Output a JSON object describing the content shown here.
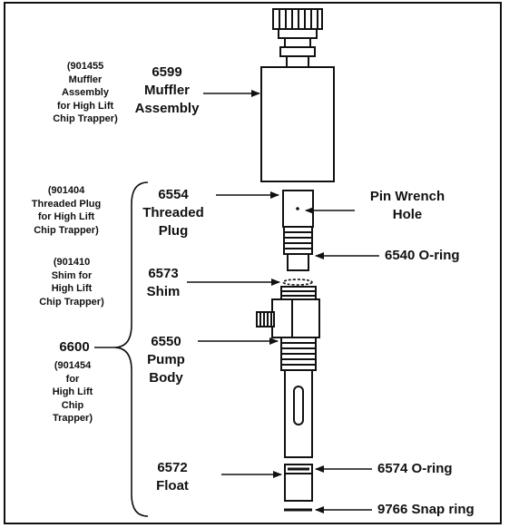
{
  "muffler": {
    "note_lines": [
      "(901455",
      "Muffler",
      "Assembly",
      "for High Lift",
      "Chip Trapper)"
    ],
    "label_lines": [
      "6599",
      "Muffler",
      "Assembly"
    ]
  },
  "threaded_plug": {
    "note_lines": [
      "(901404",
      "Threaded Plug",
      "for High Lift",
      "Chip Trapper)"
    ],
    "label_lines": [
      "6554",
      "Threaded",
      "Plug"
    ]
  },
  "shim": {
    "note_lines": [
      "(901410",
      "Shim for",
      "High Lift",
      "Chip Trapper)"
    ],
    "label_lines": [
      "6573",
      "Shim"
    ]
  },
  "assembly": {
    "number": "6600",
    "note_lines": [
      "(901454",
      "for",
      "High Lift",
      "Chip",
      "Trapper)"
    ]
  },
  "pump_body": {
    "label_lines": [
      "6550",
      "Pump",
      "Body"
    ]
  },
  "float": {
    "label_lines": [
      "6572",
      "Float"
    ]
  },
  "pin_wrench": {
    "label_lines": [
      "Pin Wrench",
      "Hole"
    ]
  },
  "oring_upper": {
    "label": "6540 O-ring"
  },
  "oring_lower": {
    "label": "6574 O-ring"
  },
  "snap_ring": {
    "label": "9766 Snap ring"
  }
}
